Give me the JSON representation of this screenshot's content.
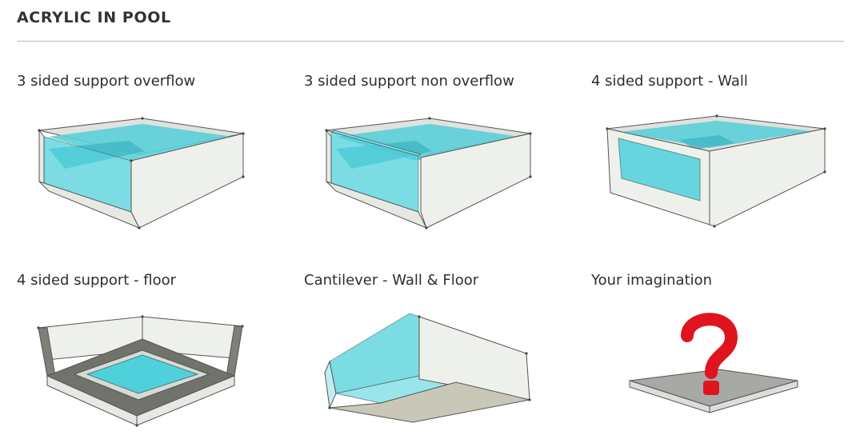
{
  "page": {
    "heading": "ACRYLIC IN POOL"
  },
  "options": [
    {
      "label": "3 sided support overflow"
    },
    {
      "label": "3 sided support non overflow"
    },
    {
      "label": "4 sided support - Wall"
    },
    {
      "label": "4 sided support - floor"
    },
    {
      "label": "Cantilever - Wall & Floor"
    },
    {
      "label": "Your imagination"
    }
  ],
  "colors": {
    "water": "#4fd1dc",
    "acrylic": "#5fd7e0",
    "concrete": "#eef0ec",
    "rim": "#c9ccc7",
    "question_mark": "#e0141e"
  },
  "icons": [
    "pool-3-sided-overflow-illustration",
    "pool-3-sided-non-overflow-illustration",
    "pool-4-sided-wall-illustration",
    "pool-4-sided-floor-illustration",
    "pool-cantilever-illustration",
    "question-mark-icon"
  ]
}
